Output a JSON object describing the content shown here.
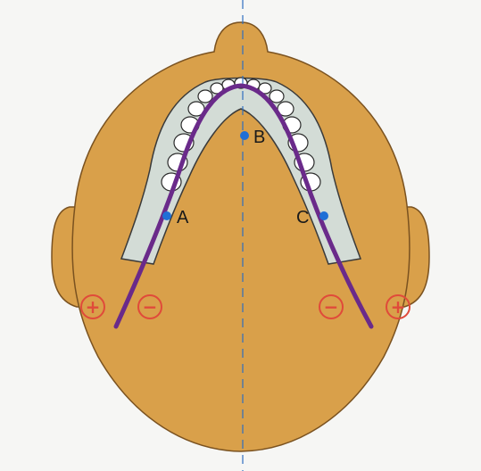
{
  "labels": {
    "point_a": "A",
    "point_b": "B",
    "point_c": "C",
    "plus_sign": "+",
    "minus_sign": "−"
  },
  "colors": {
    "head_fill": "#d9a04a",
    "head_stroke": "#7a5220",
    "jaw_fill": "#d3dcd6",
    "jaw_stroke": "#3a3a3a",
    "tooth_fill": "#ffffff",
    "arch_wire": "#6a2a8a",
    "midline": "#2e6fc0",
    "point_marker": "#1f6fd6",
    "sign_color": "#e04a3a"
  },
  "icons": [
    "plus-circle-icon",
    "minus-circle-icon"
  ]
}
